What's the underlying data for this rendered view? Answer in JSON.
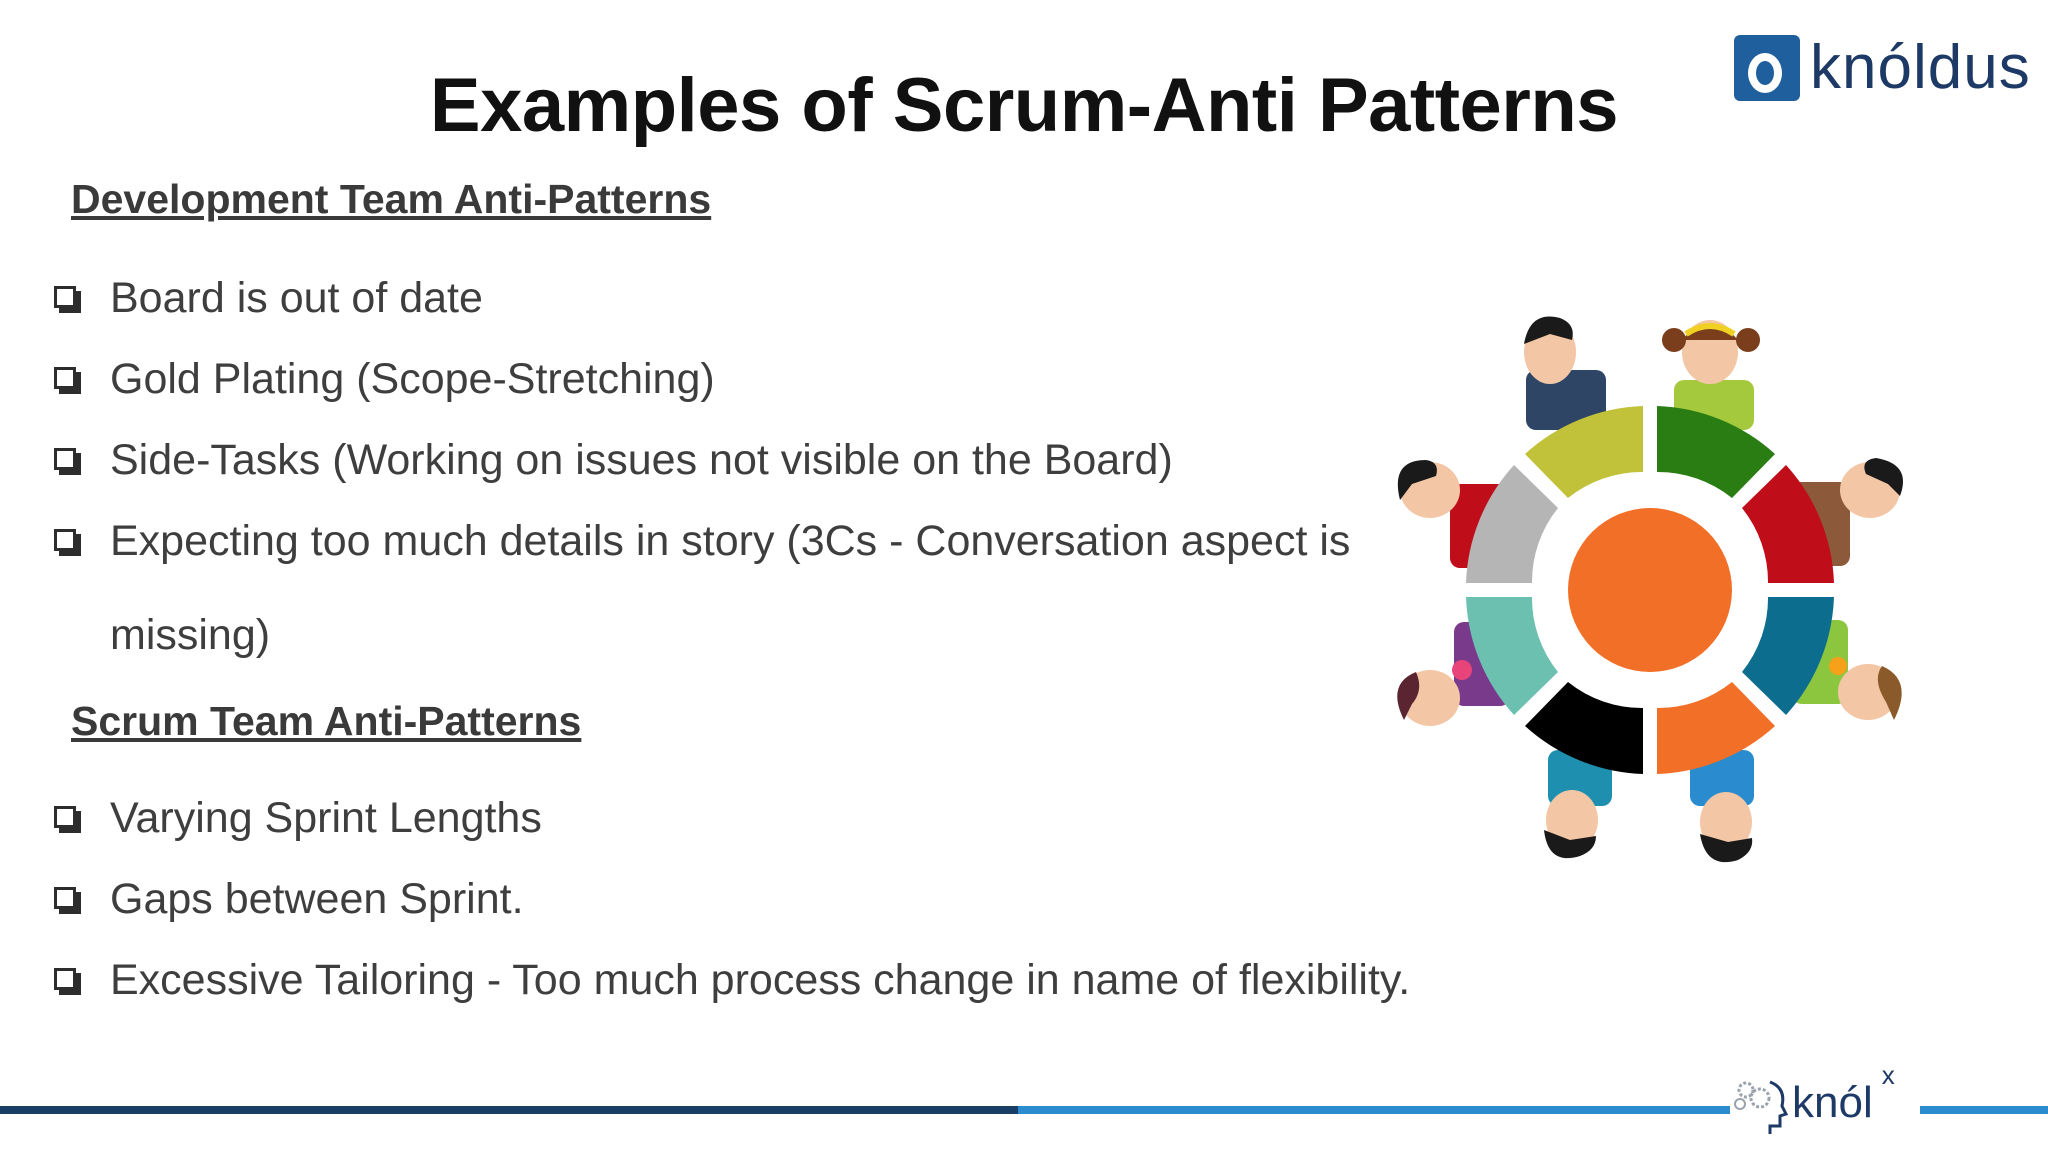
{
  "title": "Examples of Scrum-Anti Patterns",
  "logo": {
    "brand": "knóldus",
    "footer_brand": "knól",
    "footer_sup": "x"
  },
  "sections": [
    {
      "heading": "Development Team Anti-Patterns",
      "items": [
        "Board is out of date",
        "Gold Plating (Scope-Stretching)",
        "Side-Tasks (Working on issues not visible on the Board)",
        "Expecting too much details in story (3Cs - Conversation aspect is missing)"
      ]
    },
    {
      "heading": "Scrum Team Anti-Patterns",
      "items": [
        "Varying Sprint Lengths",
        "Gaps between Sprint.",
        "Excessive Tailoring - Too much process change in name of flexibility."
      ]
    }
  ],
  "colors": {
    "title": "#111111",
    "text": "#3e3e3e",
    "brand_dark": "#1a3f66",
    "brand_light": "#2a8ccf",
    "wheel_center": "#f26f27",
    "wheel_segments": [
      "#2a7d12",
      "#c00d1a",
      "#0c6d8f",
      "#f26f27",
      "#000000",
      "#6cc0b0",
      "#b5b5b6",
      "#c2c13a"
    ]
  },
  "icons": [
    "checkbox-icon",
    "team-round-table-illustration",
    "knoldus-logo-icon",
    "knolx-gears-icon"
  ]
}
